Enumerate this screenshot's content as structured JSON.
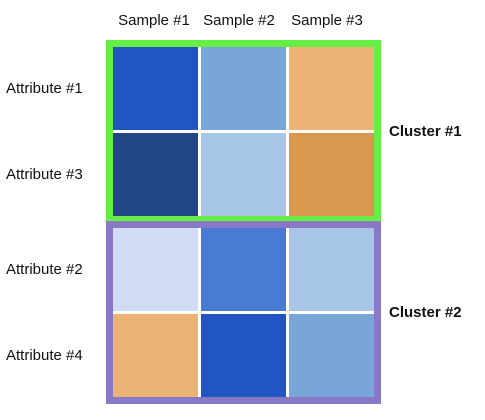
{
  "chart_data": {
    "type": "heatmap",
    "columns": [
      "Sample #1",
      "Sample #2",
      "Sample #3"
    ],
    "clusters": [
      {
        "label": "Cluster #1",
        "border_color": "#66ee44",
        "rows": [
          {
            "label": "Attribute #1",
            "cell_colors": [
              "#2255c4",
              "#79a6d8",
              "#ecb276"
            ]
          },
          {
            "label": "Attribute #3",
            "cell_colors": [
              "#234687",
              "#a7c5e4",
              "#da974e"
            ]
          }
        ]
      },
      {
        "label": "Cluster #2",
        "border_color": "#8878c6",
        "rows": [
          {
            "label": "Attribute #2",
            "cell_colors": [
              "#d0dcf4",
              "#4a7bd4",
              "#a7c5e4"
            ]
          },
          {
            "label": "Attribute #4",
            "cell_colors": [
              "#ecb276",
              "#2255c4",
              "#79a6d8"
            ]
          }
        ]
      }
    ]
  }
}
